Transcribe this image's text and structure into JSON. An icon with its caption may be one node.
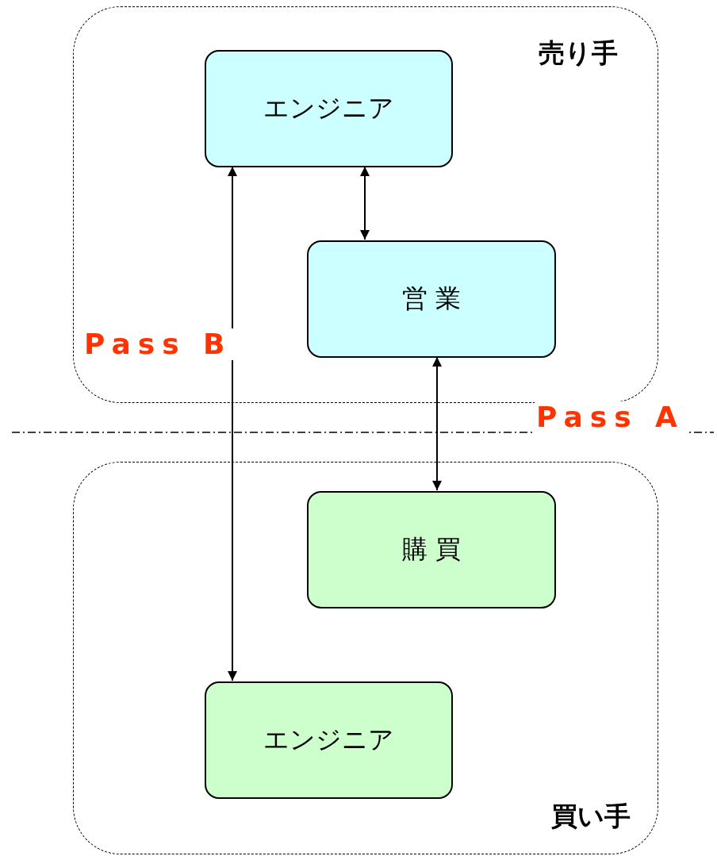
{
  "diagram": {
    "nodes": [
      {
        "text": [
          "売り手"
        ]
      },
      {
        "text": [
          "エンジニア"
        ],
        "in": 0
      },
      {
        "text": [
          "営 業"
        ],
        "in": 0
      },
      {
        "text": [
          "買い手"
        ]
      },
      {
        "text": [
          "購 買"
        ],
        "in": 3
      },
      {
        "text": [
          "エンジニア"
        ],
        "in": 3
      }
    ],
    "edges": [
      {
        "from": 1,
        "to": 2,
        "arrow": "both"
      },
      {
        "from": 2,
        "to": 4,
        "arrow": "both",
        "label": "Pass A"
      },
      {
        "from": 1,
        "to": 5,
        "arrow": "both",
        "label": "Pass B"
      }
    ]
  }
}
